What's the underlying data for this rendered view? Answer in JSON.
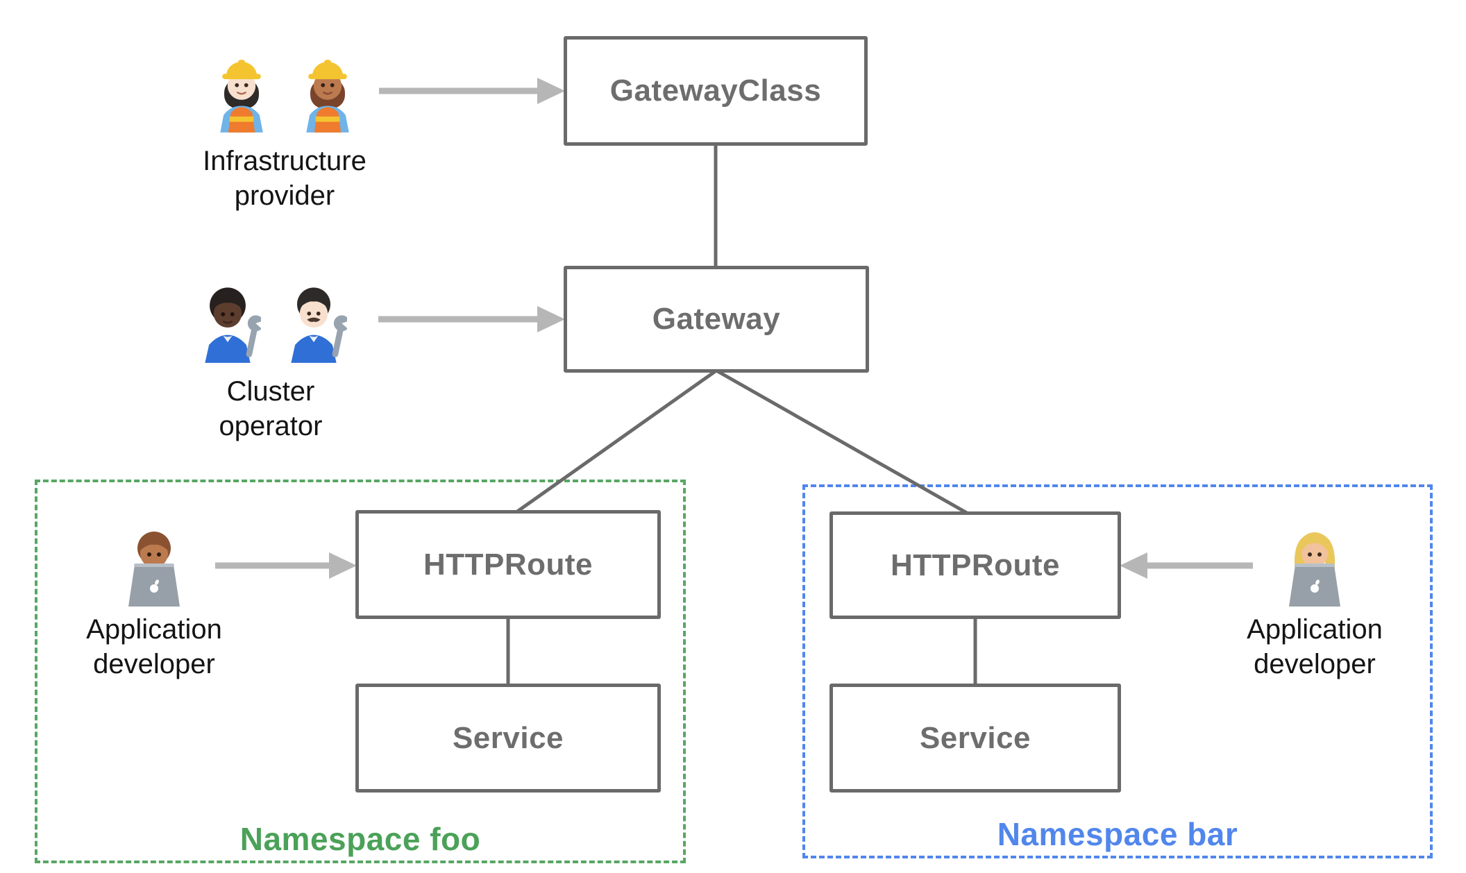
{
  "nodes": {
    "gatewayclass": {
      "label": "GatewayClass"
    },
    "gateway": {
      "label": "Gateway"
    },
    "httproute_foo": {
      "label": "HTTPRoute"
    },
    "service_foo": {
      "label": "Service"
    },
    "httproute_bar": {
      "label": "HTTPRoute"
    },
    "service_bar": {
      "label": "Service"
    }
  },
  "personas": {
    "infrastructure_provider": {
      "line1": "Infrastructure",
      "line2": "provider",
      "icons": [
        "woman-construction-worker-light",
        "woman-construction-worker-medium"
      ]
    },
    "cluster_operator": {
      "line1": "Cluster",
      "line2": "operator",
      "icons": [
        "mechanic-dark",
        "man-mechanic-light"
      ]
    },
    "app_developer_foo": {
      "line1": "Application",
      "line2": "developer",
      "icons": [
        "man-technologist-medium"
      ]
    },
    "app_developer_bar": {
      "line1": "Application",
      "line2": "developer",
      "icons": [
        "woman-technologist-light"
      ]
    }
  },
  "namespaces": {
    "foo": {
      "label": "Namespace foo",
      "color": "#4BA158"
    },
    "bar": {
      "label": "Namespace bar",
      "color": "#5186EC"
    }
  },
  "colors": {
    "node_border": "#6a6a6a",
    "node_text": "#6d6d6d",
    "connector": "#6a6a6a",
    "arrow": "#b6b6b6",
    "persona_text": "#141414",
    "namespace_foo_green": "#4BA158",
    "namespace_bar_blue": "#5186EC"
  }
}
